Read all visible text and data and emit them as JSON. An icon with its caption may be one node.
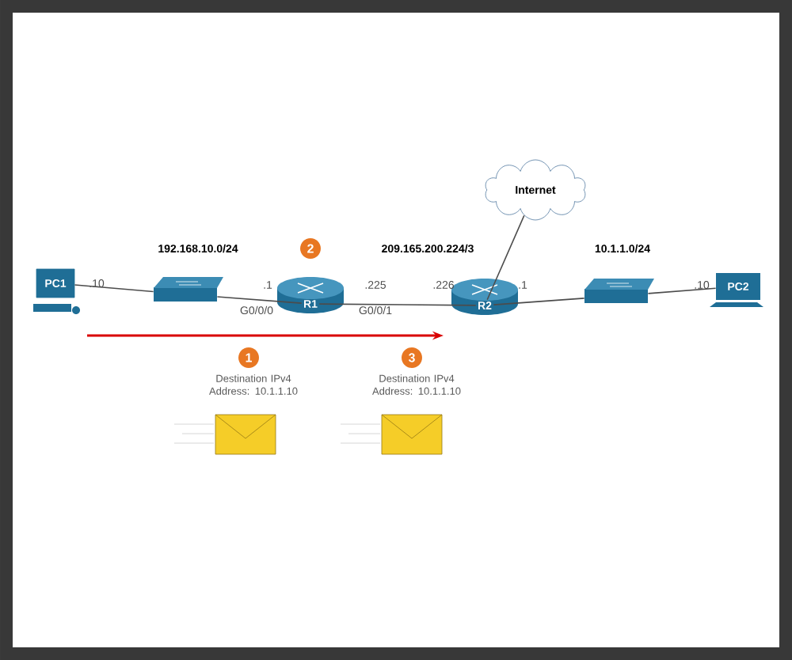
{
  "diagram": {
    "nodes": [
      {
        "text": [
          "PC1"
        ]
      },
      {
        "text": [],
        "shape": "switch"
      },
      {
        "text": [
          "R1"
        ]
      },
      {
        "text": [
          "Internet"
        ]
      },
      {
        "text": [
          "R2"
        ]
      },
      {
        "text": [],
        "shape": "switch"
      },
      {
        "text": [
          "PC2"
        ]
      },
      {
        "text": [
          "1"
        ],
        "beside": [
          "Destination IPv4 Address: 10.1.1.10"
        ]
      },
      {
        "text": [
          "2"
        ]
      },
      {
        "text": [
          "3"
        ],
        "beside": [
          "Destination IPv4 Address: 10.1.1.10"
        ]
      }
    ],
    "edges": [
      {
        "from": 0,
        "to": 1,
        "arrow": "none"
      },
      {
        "from": 1,
        "to": 2,
        "arrow": "none"
      },
      {
        "from": 2,
        "to": 4,
        "arrow": "none"
      },
      {
        "from": 4,
        "to": 3,
        "arrow": "none"
      },
      {
        "from": 4,
        "to": 5,
        "arrow": "none"
      },
      {
        "from": 5,
        "to": 6,
        "arrow": "none"
      }
    ],
    "labels": [
      "192.168.10.0/24",
      "209.165.200.224/3",
      "10.1.1.0/24",
      ".10",
      ".1",
      ".225",
      ".226",
      ".1",
      ".10",
      "G0/0/0",
      "G0/0/1"
    ]
  }
}
